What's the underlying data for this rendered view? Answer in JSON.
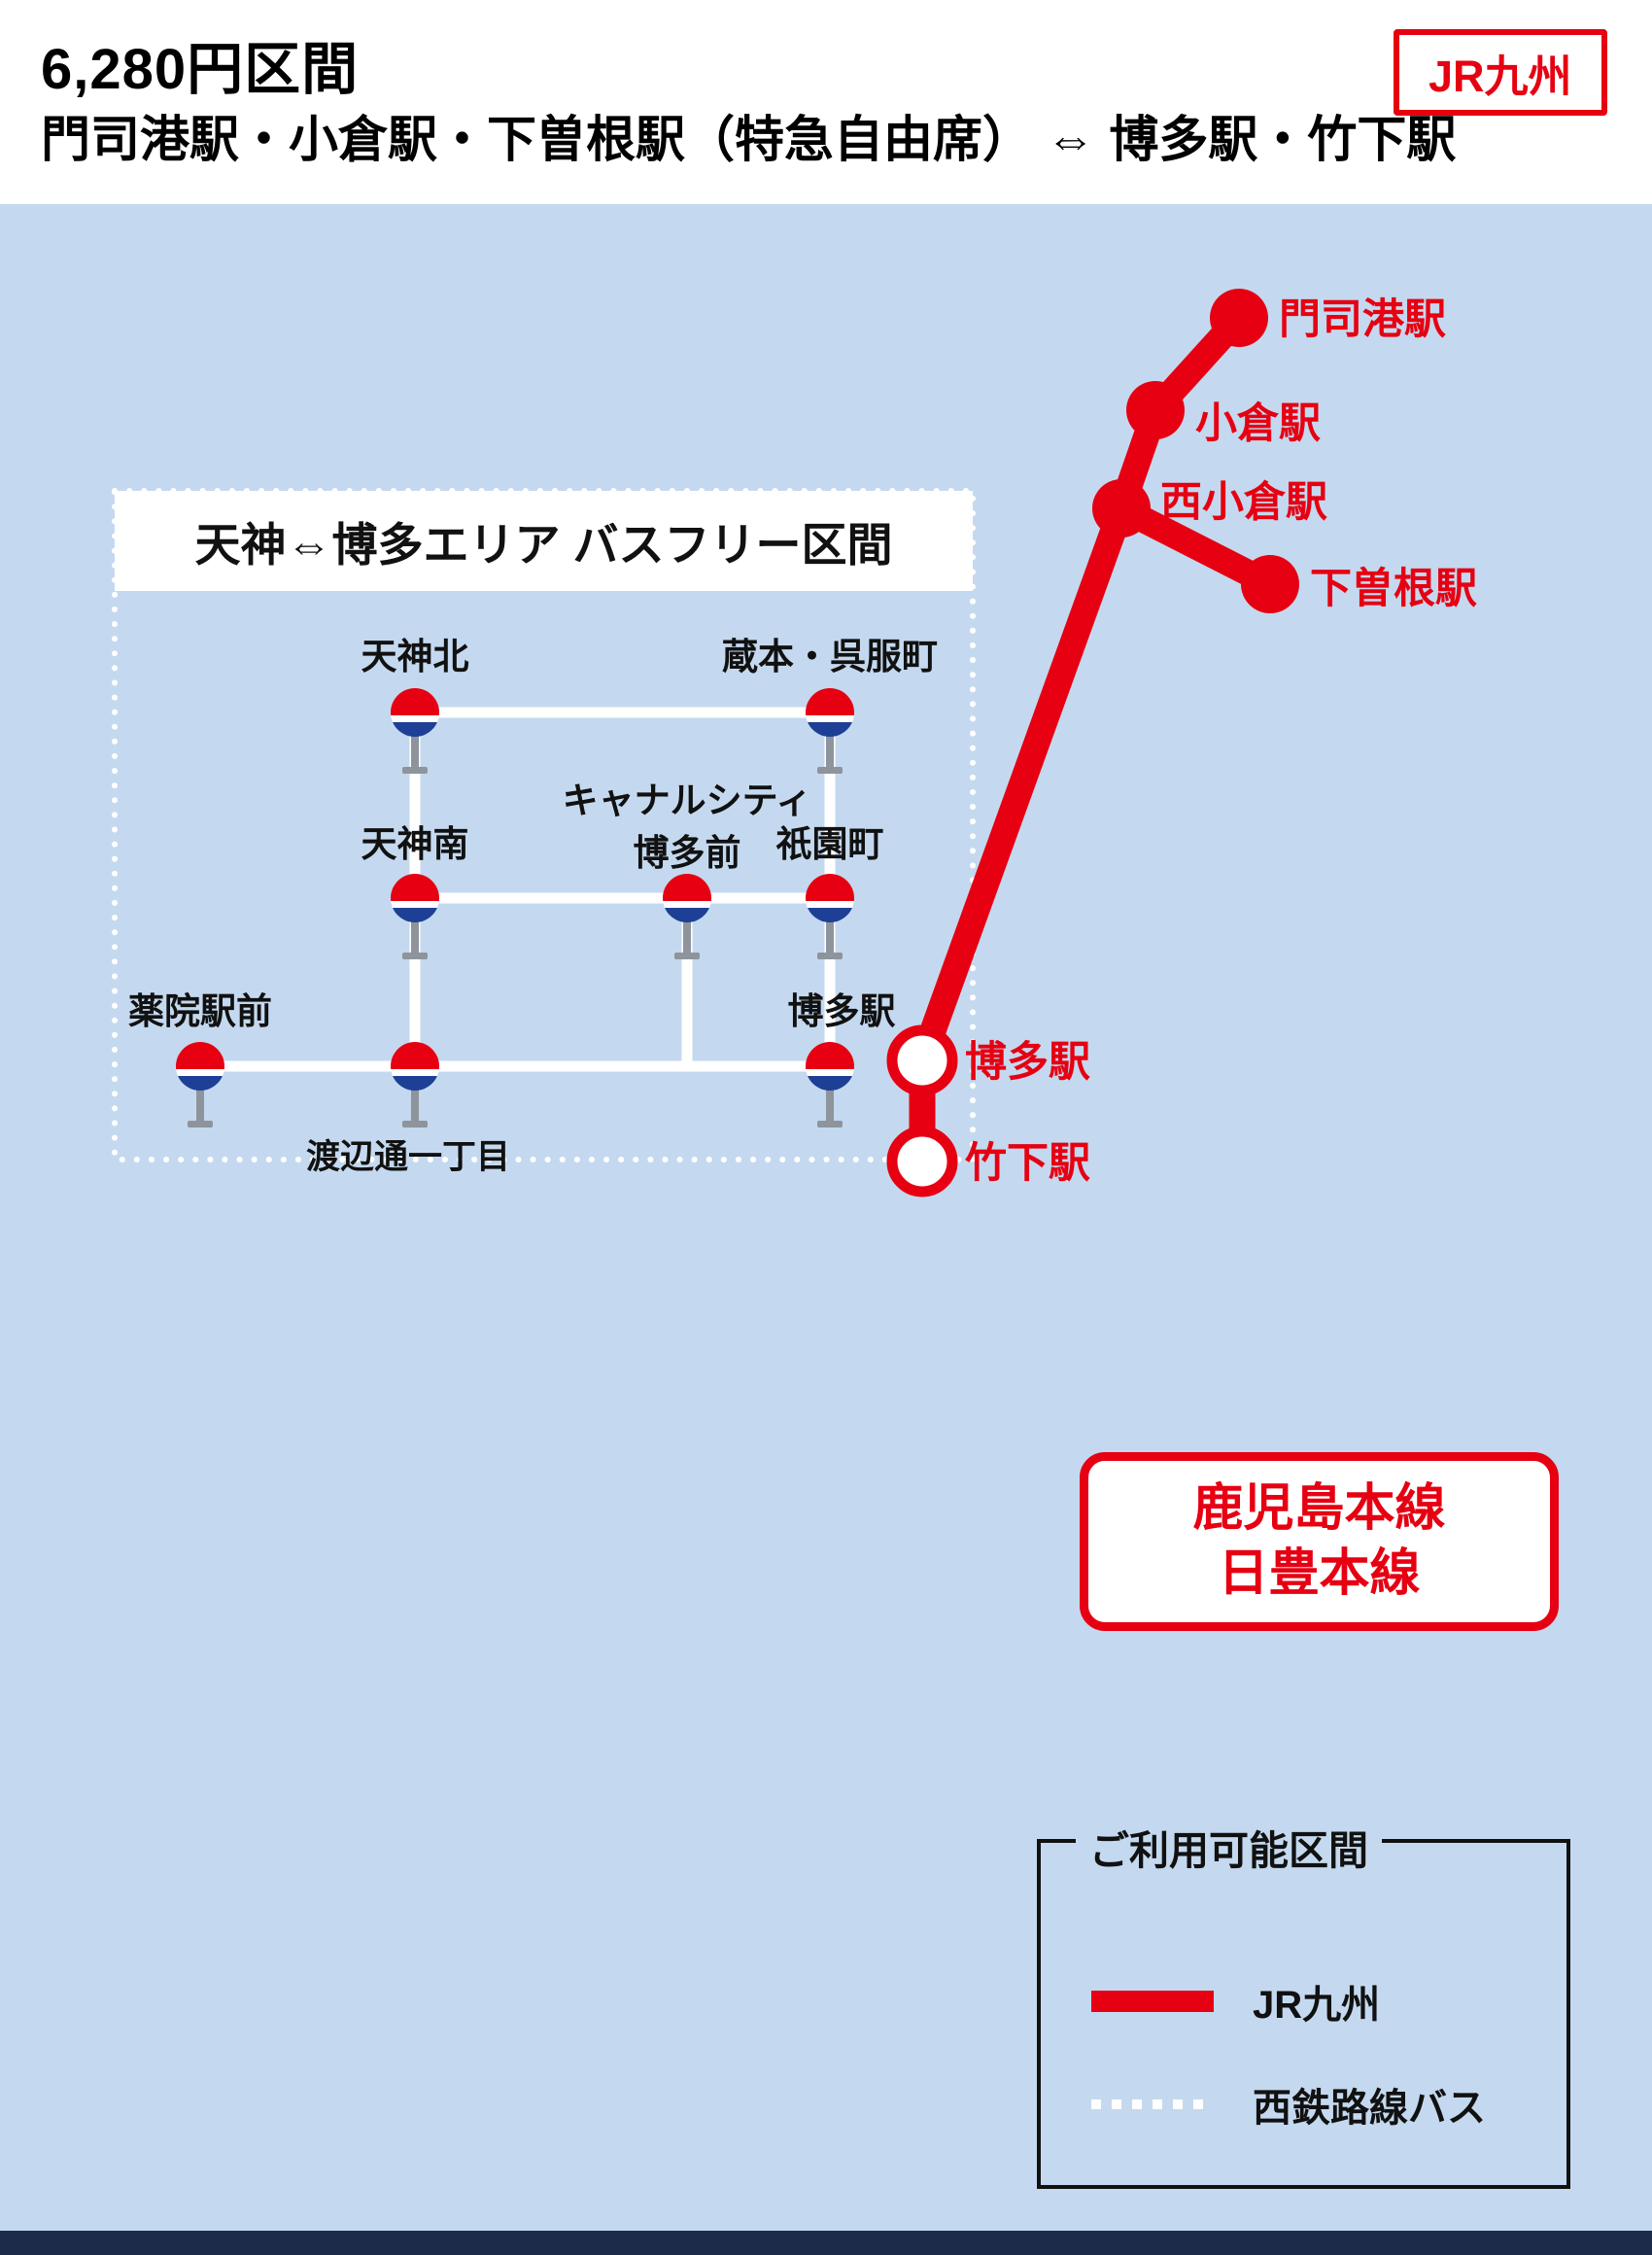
{
  "header": {
    "price_title": "6,280円区間",
    "route_title": "門司港駅・小倉駅・下曽根駅（特急自由席） ⇔ 博多駅・竹下駅",
    "operator_badge": "JR九州"
  },
  "rail": {
    "stations": [
      {
        "label": "門司港駅"
      },
      {
        "label": "小倉駅"
      },
      {
        "label": "西小倉駅"
      },
      {
        "label": "下曽根駅"
      },
      {
        "label": "博多駅"
      },
      {
        "label": "竹下駅"
      }
    ],
    "lines_box": {
      "line1": "鹿児島本線",
      "line2": "日豊本線"
    }
  },
  "bus": {
    "zone_title": "天神⇔博多エリア バスフリー区間",
    "stops": [
      {
        "label": "天神北"
      },
      {
        "label": "蔵本・呉服町"
      },
      {
        "label": "天神南"
      },
      {
        "label": "キャナルシティ博多前",
        "line1": "キャナルシティ",
        "line2": "博多前"
      },
      {
        "label": "祇園町"
      },
      {
        "label": "薬院駅前"
      },
      {
        "label": "渡辺通一丁目"
      },
      {
        "label": "博多駅"
      }
    ]
  },
  "legend": {
    "title": "ご利用可能区間",
    "items": [
      {
        "label": "JR九州"
      },
      {
        "label": "西鉄路線バス"
      }
    ]
  },
  "colors": {
    "jr_red": "#e60012",
    "background_blue": "#c4d9ef",
    "footer_navy": "#1c2b4a",
    "roundel_blue": "#1e3f96"
  }
}
